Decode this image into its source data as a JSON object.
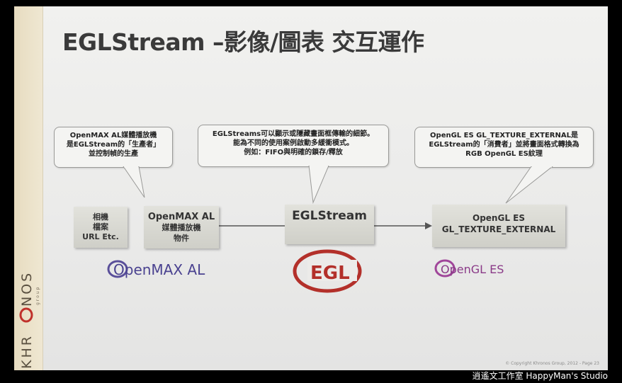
{
  "slide": {
    "title": "EGLStream –影像/圖表 交互運作",
    "vendor_logo_text": "KHRONOS group",
    "copyright": "© Copyright Khronos Group, 2012 - Page 23"
  },
  "bubbles": {
    "openmax": [
      "OpenMAX AL媒體播放機",
      "是EGLStream的「生產者」",
      "並控制幀的生產"
    ],
    "eglstream": [
      "EGLStreams可以顯示或隱藏畫面框傳輸的細節。",
      "能為不同的使用案例啟動多緩衝模式。",
      "例如：FIFO與明確的鎖存/釋放"
    ],
    "opengl": [
      "OpenGL ES GL_TEXTURE_EXTERNAL是",
      "EGLStream的「消費者」並將畫面格式轉換為",
      "RGB OpenGL ES紋理"
    ]
  },
  "boxes": {
    "source": [
      "相機",
      "檔案",
      "URL Etc."
    ],
    "openmax": [
      "OpenMAX AL",
      "媒體播放機",
      "物件"
    ],
    "eglstream": [
      "EGLStream"
    ],
    "opengl": [
      "OpenGL ES",
      "GL_TEXTURE_EXTERNAL"
    ]
  },
  "logos": {
    "openmax_al": "OpenMAX AL",
    "egl": "EGL",
    "opengl_es": "OpenGL ES"
  },
  "watermark": "逍遙文工作室 HappyMan's Studio"
}
